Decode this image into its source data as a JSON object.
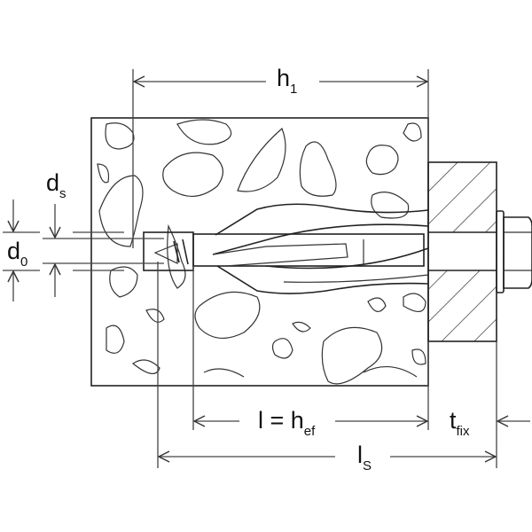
{
  "diagram": {
    "labels": {
      "h1": {
        "main": "h",
        "sub": "1"
      },
      "ds": {
        "main": "d",
        "sub": "s"
      },
      "d0": {
        "main": "d",
        "sub": "0"
      },
      "l_hef": {
        "main": "l = h",
        "sub": "ef"
      },
      "tfix": {
        "main": "t",
        "sub": "fix"
      },
      "ls": {
        "main": "l",
        "sub": "S"
      }
    },
    "colors": {
      "line": "#222222",
      "background": "#ffffff"
    }
  }
}
